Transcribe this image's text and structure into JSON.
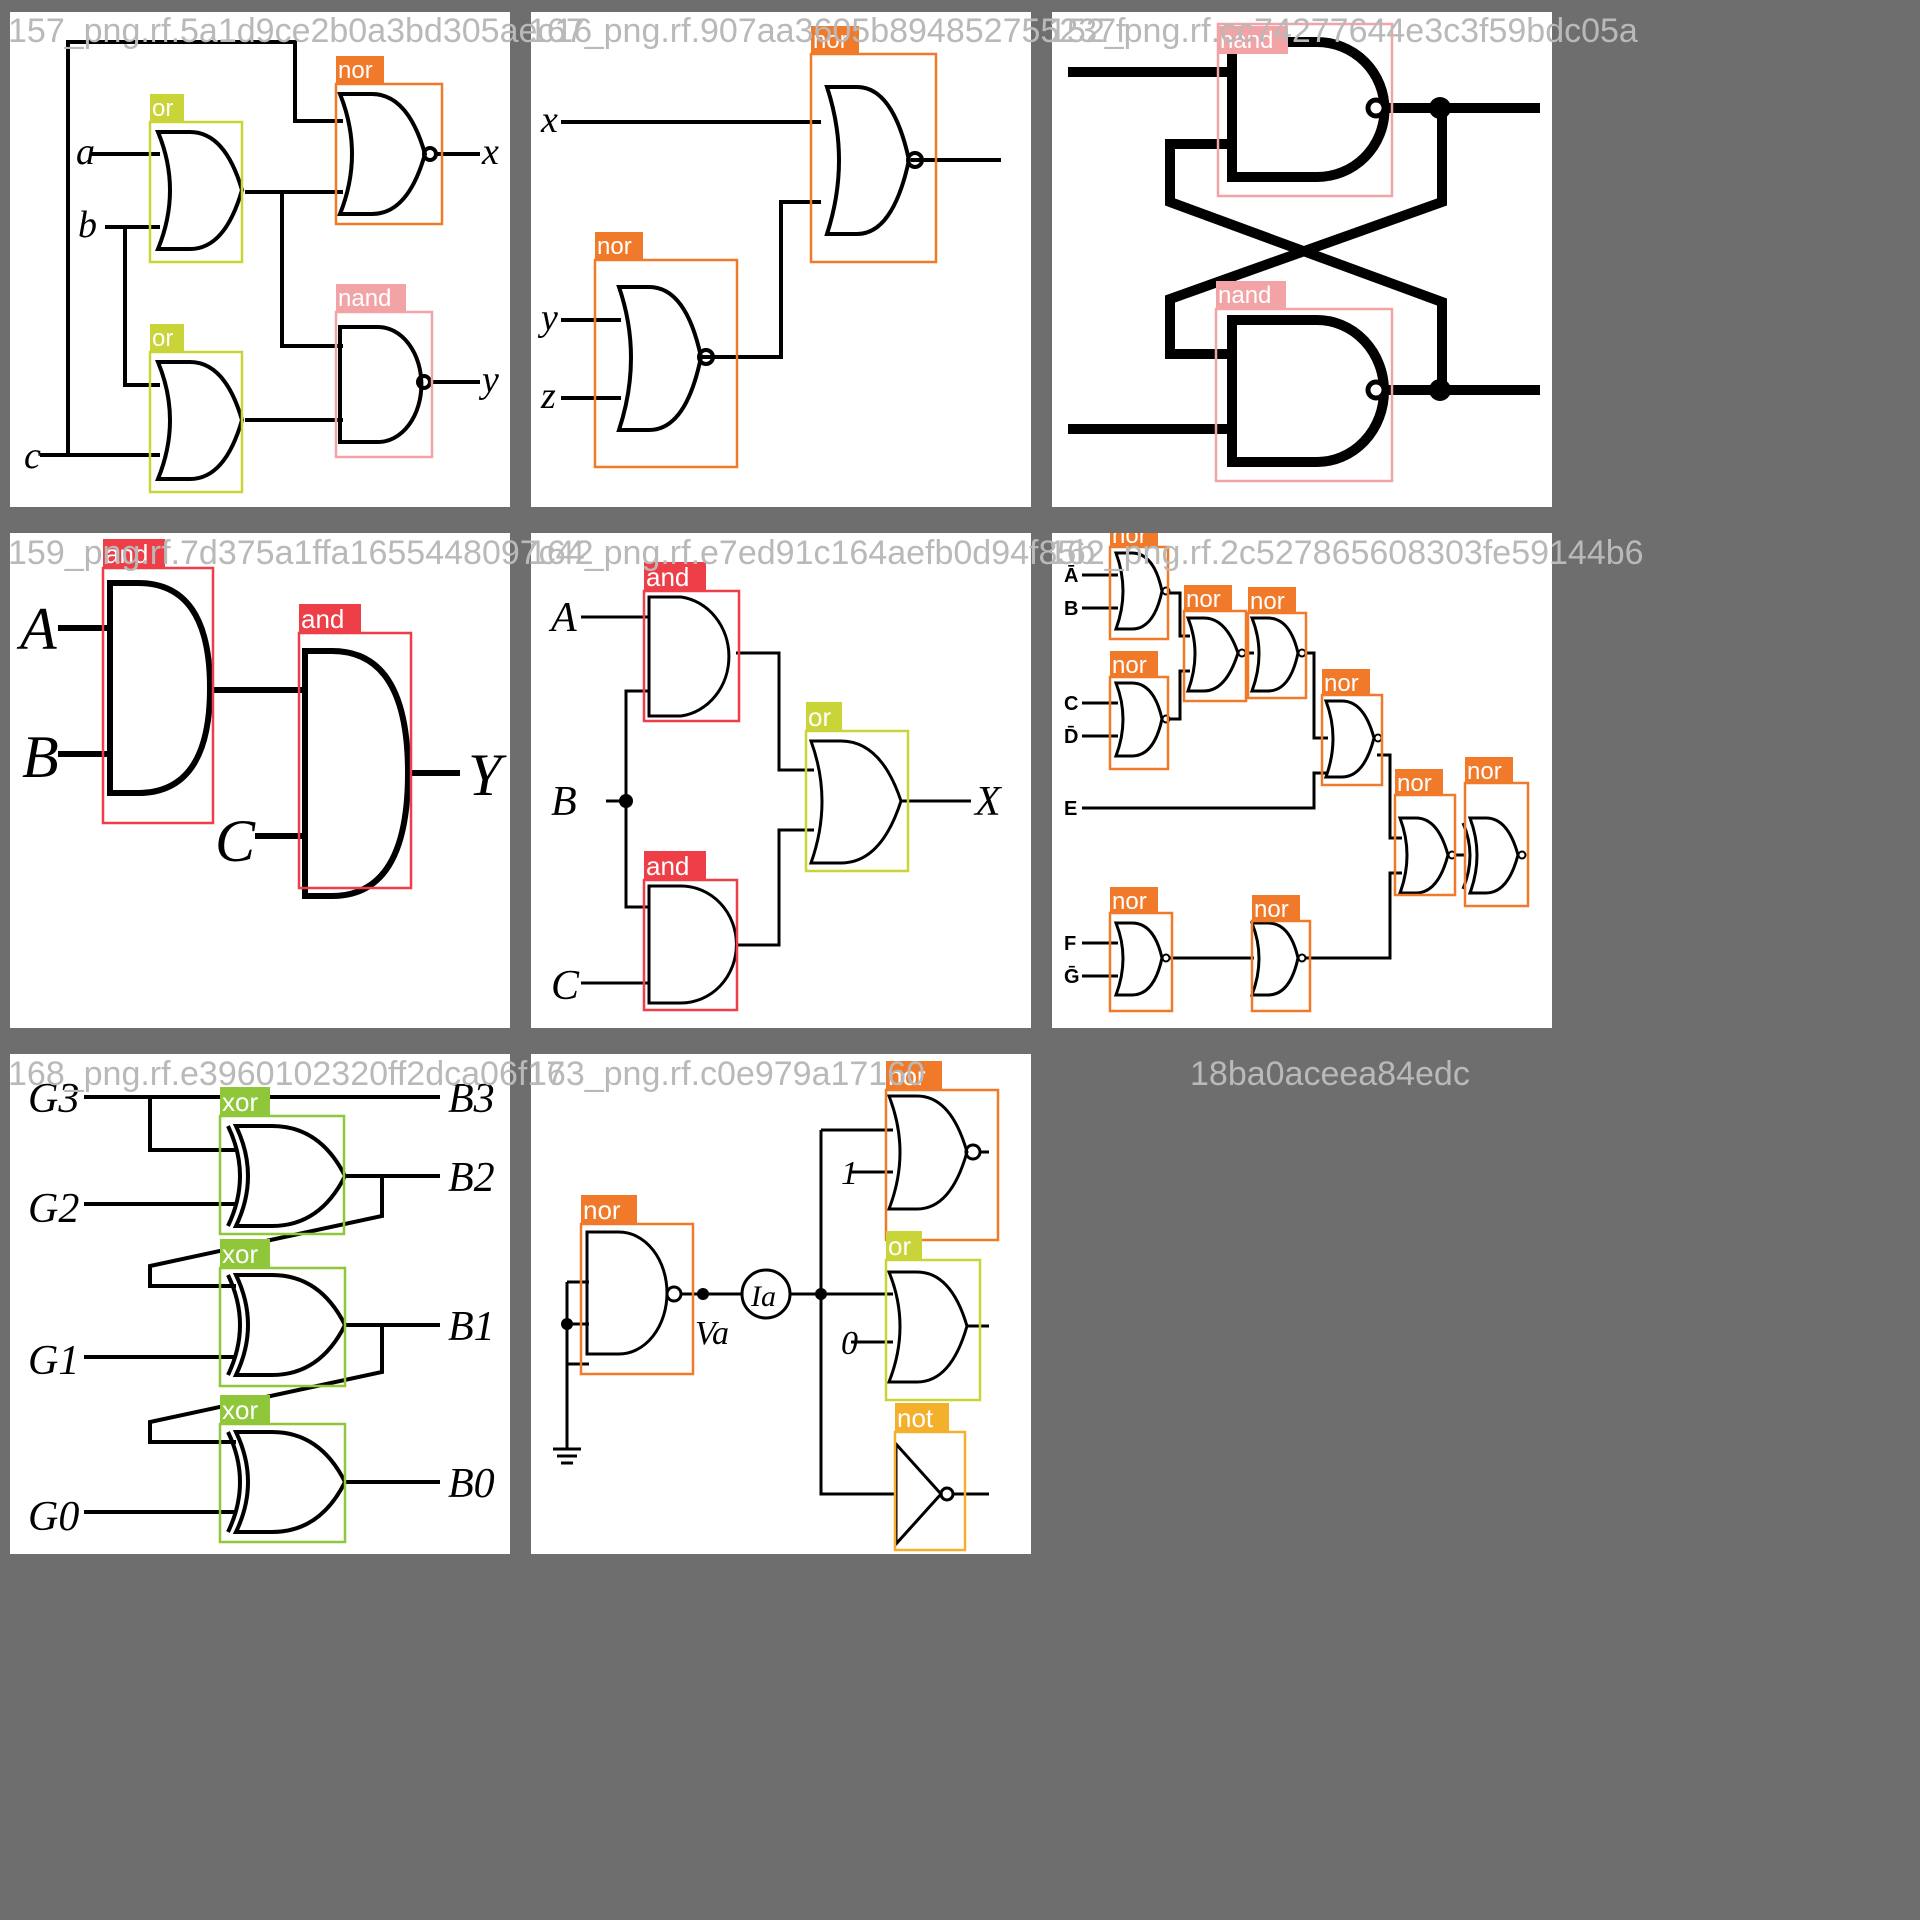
{
  "filenames": [
    "157_png.rf.5a1d9ce2b0a3bd305aec16",
    "167_png.rf.907aa3605b894852755237f",
    "152_png.rf.cc74277644e3c3f59bdc05a",
    "159_png.rf.7d375a1ffa1655448097c42",
    "164_png.rf.e7ed91c164aefb0d94f85b",
    "162_png.rf.2c527865608303fe59144b6",
    "168_png.rf.e3960102320ff2dca06f17",
    "163_png.rf.c0e979a17160",
    "18ba0aceea84edc"
  ],
  "classes": {
    "or": {
      "label": "or",
      "color": "#c8d438"
    },
    "nor": {
      "label": "nor",
      "color": "#f07a2a"
    },
    "nand": {
      "label": "nand",
      "color": "#f2a3a6"
    },
    "and": {
      "label": "and",
      "color": "#ee3e48"
    },
    "xor": {
      "label": "xor",
      "color": "#8fc63a"
    },
    "not": {
      "label": "not",
      "color": "#f4b02c"
    }
  },
  "signals": {
    "t1": {
      "a": "a",
      "b": "b",
      "c": "c",
      "x": "x",
      "y": "y"
    },
    "t2": {
      "x": "x",
      "y": "y",
      "z": "z"
    },
    "t4": {
      "a": "A",
      "b": "B",
      "c": "C",
      "y": "Y"
    },
    "t5": {
      "a": "A",
      "b": "B",
      "c": "C",
      "x": "X"
    },
    "t6": {
      "a": "Ā",
      "b": "B",
      "c": "C",
      "d": "D̄",
      "e": "E",
      "f": "F",
      "g": "Ḡ"
    },
    "t7": {
      "g3": "G3",
      "g2": "G2",
      "g1": "G1",
      "g0": "G0",
      "b3": "B3",
      "b2": "B2",
      "b1": "B1",
      "b0": "B0"
    },
    "t8": {
      "one": "1",
      "zero": "0",
      "va": "Va",
      "ia": "Ia"
    }
  }
}
